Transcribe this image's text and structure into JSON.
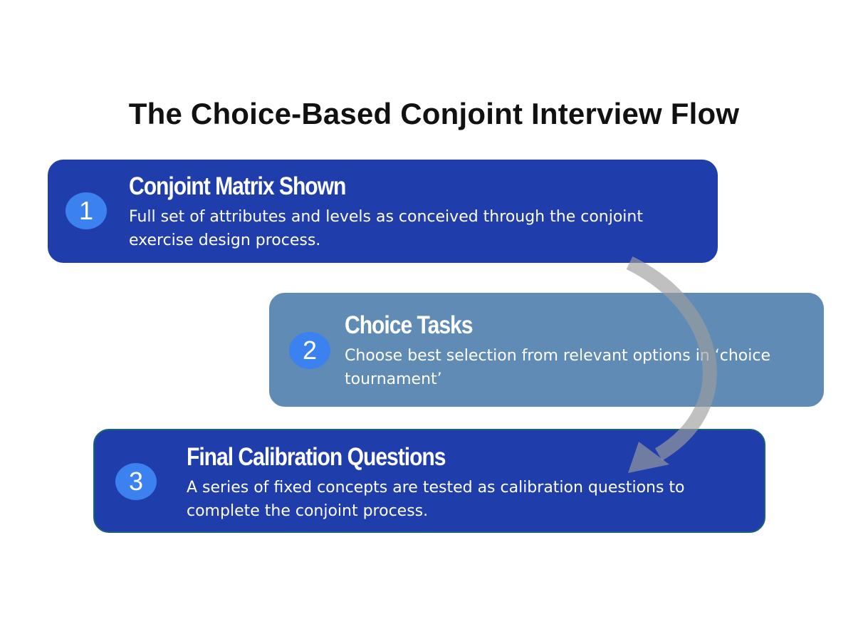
{
  "title": "The Choice-Based Conjoint Interview Flow",
  "steps": [
    {
      "number": "1",
      "heading": "Conjoint Matrix Shown",
      "description": "Full set of attributes and levels as conceived through the conjoint exercise design process.",
      "color": "#1f3dab"
    },
    {
      "number": "2",
      "heading": "Choice Tasks",
      "description": "Choose best selection from relevant options in ‘choice tournament’",
      "color": "#5f8bb5"
    },
    {
      "number": "3",
      "heading": "Final Calibration Questions",
      "description": "A series of fixed concepts are tested as calibration questions to complete the conjoint process.",
      "color": "#1f3dab"
    }
  ],
  "colors": {
    "badge": "#3b82f0",
    "arrow": "#bdbdbd"
  }
}
